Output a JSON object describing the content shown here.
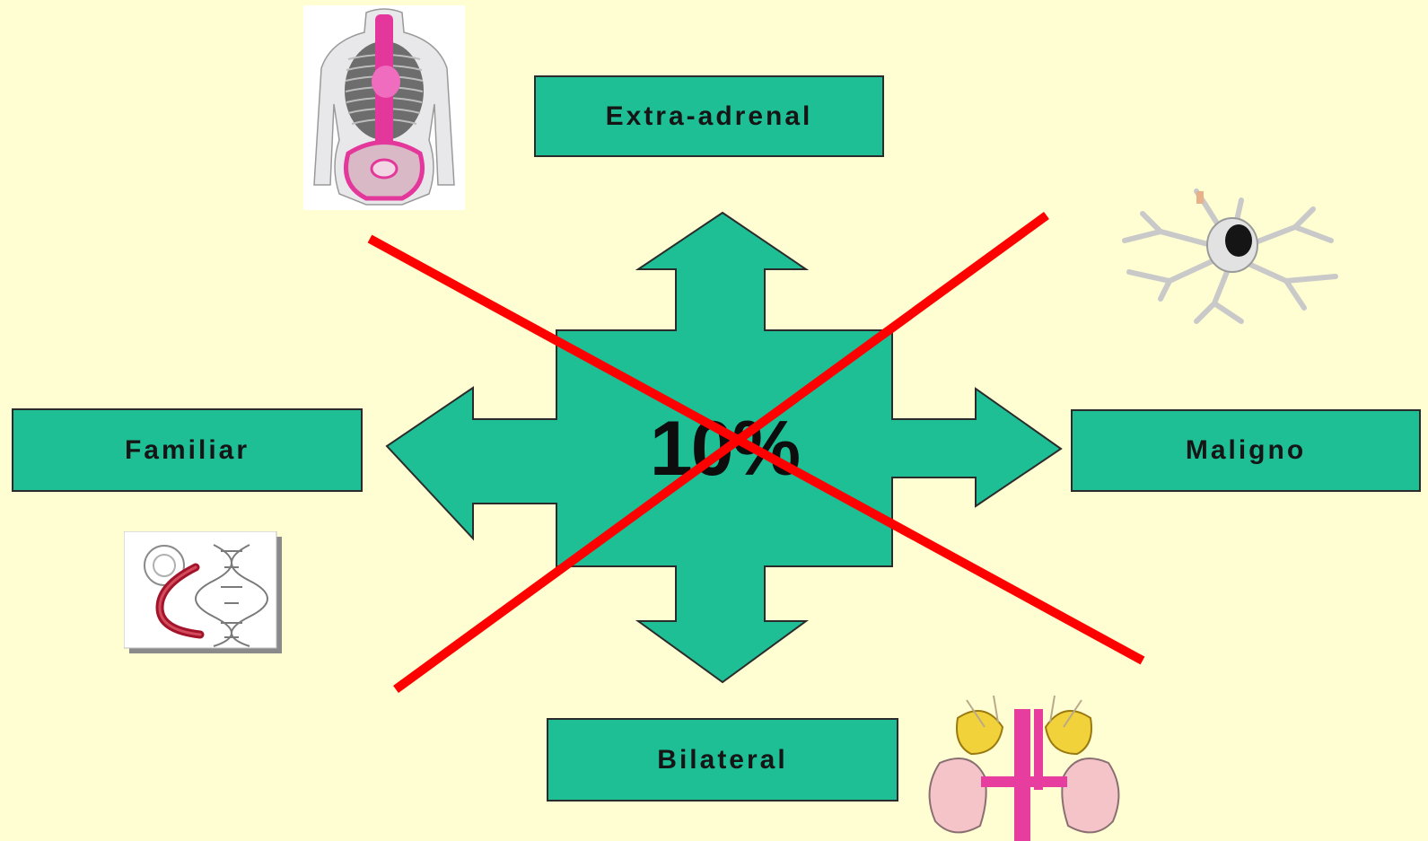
{
  "diagram": {
    "center_value": "10%",
    "labels": {
      "top": "Extra-adrenal",
      "left": "Familiar",
      "right": "Maligno",
      "bottom": "Bilateral"
    }
  },
  "colors": {
    "background": "#fffdd2",
    "shape_fill": "#1fbf96",
    "outline": "#2b2b2b",
    "cross_mark": "#ff0000"
  }
}
